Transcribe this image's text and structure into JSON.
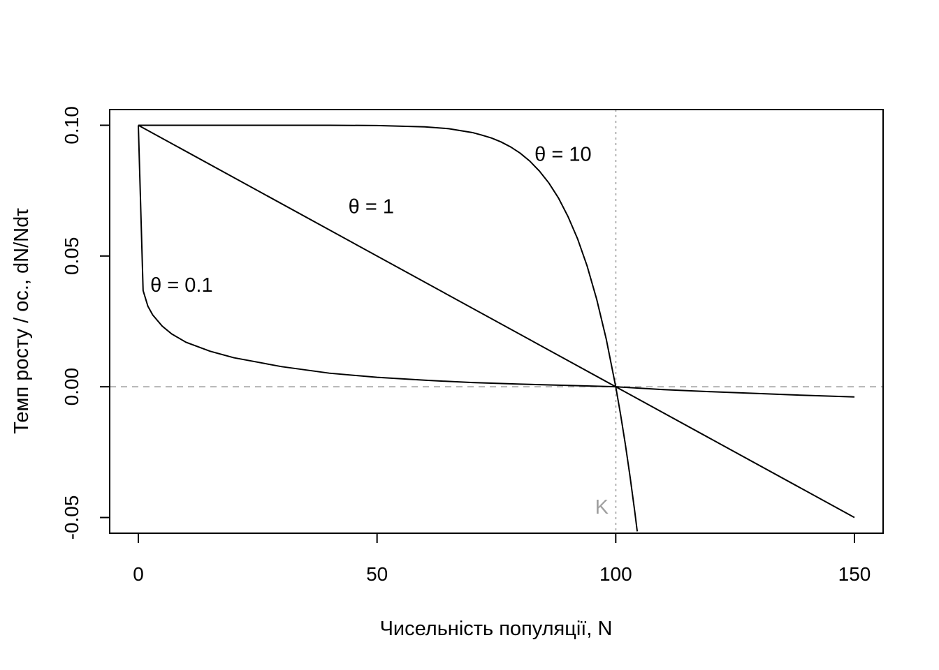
{
  "chart_data": {
    "type": "line",
    "title": "",
    "xlabel": "Чисельність популяції, N",
    "ylabel": "Темп росту / ос., dN/Ndτ",
    "xlim": [
      -6,
      156
    ],
    "ylim": [
      -0.056,
      0.106
    ],
    "x_ticks": [
      0,
      50,
      100,
      150
    ],
    "x_tick_labels": [
      "0",
      "50",
      "100",
      "150"
    ],
    "y_ticks": [
      -0.05,
      0.0,
      0.05,
      0.1
    ],
    "y_tick_labels": [
      "-0.05",
      "0.00",
      "0.05",
      "0.10"
    ],
    "grid": false,
    "reference_lines": [
      {
        "orientation": "horizontal",
        "value": 0,
        "style": "dashed",
        "color": "#b4b4b4"
      },
      {
        "orientation": "vertical",
        "value": 100,
        "style": "dotted",
        "color": "#b4b4b4",
        "label": "K"
      }
    ],
    "series": [
      {
        "label": "θ = 0.1",
        "x": [
          0,
          1,
          2,
          3,
          5,
          7,
          10,
          15,
          20,
          30,
          40,
          50,
          60,
          70,
          80,
          90,
          100,
          110,
          120,
          130,
          140,
          150
        ],
        "y": [
          0.1,
          0.0368,
          0.0308,
          0.0275,
          0.0232,
          0.0202,
          0.017,
          0.0136,
          0.0111,
          0.0077,
          0.0052,
          0.0036,
          0.0025,
          0.0016,
          0.001,
          0.0005,
          0.0,
          -0.0011,
          -0.0019,
          -0.0026,
          -0.0033,
          -0.0039
        ],
        "annotation": {
          "text": "θ = 0.1",
          "x": 2.5,
          "y": 0.039
        }
      },
      {
        "label": "θ = 1",
        "x": [
          0,
          150
        ],
        "y": [
          0.1,
          -0.05
        ],
        "annotation": {
          "text": "θ = 1",
          "x": 44,
          "y": 0.069
        }
      },
      {
        "label": "θ = 10",
        "x": [
          0,
          20,
          40,
          50,
          60,
          65,
          70,
          72,
          74,
          76,
          78,
          80,
          82,
          84,
          86,
          88,
          90,
          92,
          94,
          96,
          98,
          100,
          101,
          102,
          103,
          104,
          104.5
        ],
        "y": [
          0.1,
          0.1,
          0.1,
          0.0999,
          0.0994,
          0.0987,
          0.0972,
          0.0962,
          0.0951,
          0.0936,
          0.0917,
          0.0893,
          0.0863,
          0.0825,
          0.0779,
          0.0722,
          0.0651,
          0.0566,
          0.0462,
          0.0335,
          0.0183,
          0.0,
          -0.0105,
          -0.0219,
          -0.0344,
          -0.048,
          -0.0553
        ],
        "annotation": {
          "text": "θ = 10",
          "x": 83,
          "y": 0.089
        }
      }
    ]
  }
}
